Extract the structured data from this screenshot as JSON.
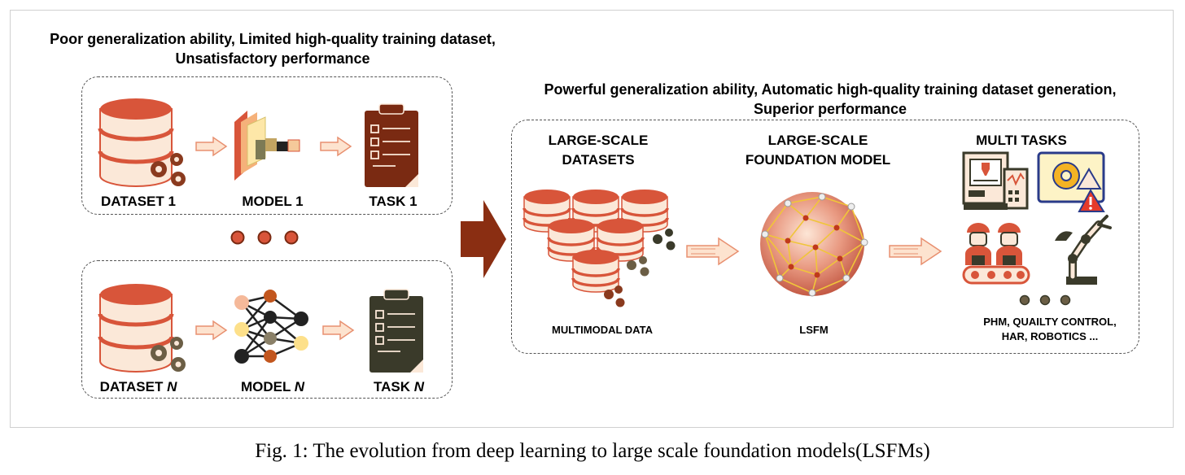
{
  "left_top": {
    "heading_line1": "Poor generalization ability, Limited high-quality training dataset,",
    "heading_line2": "Unsatisfactory performance",
    "dataset_label": "DATASET 1",
    "model_label": "MODEL 1",
    "task_label": "TASK 1"
  },
  "left_bottom": {
    "dataset_prefix": "DATASET ",
    "model_prefix": "MODEL ",
    "task_prefix": "TASK ",
    "n": "N"
  },
  "right": {
    "heading_line1": "Powerful generalization ability, Automatic high-quality training dataset generation,",
    "heading_line2": "Superior performance",
    "datasets_title_line1": "LARGE-SCALE",
    "datasets_title_line2": "DATASETS",
    "model_title_line1": "LARGE-SCALE",
    "model_title_line2": "FOUNDATION MODEL",
    "tasks_title": "MULTI TASKS",
    "datasets_caption": "MULTIMODAL DATA",
    "model_caption": "LSFM",
    "tasks_caption_line1": "PHM, QUAILTY CONTROL,",
    "tasks_caption_line2": "HAR, ROBOTICS ..."
  },
  "caption": "Fig. 1: The evolution from deep learning to large scale foundation models(LSFMs)",
  "colors": {
    "accent_red": "#d8553a",
    "dark_brown": "#7a2a12",
    "cream": "#fbe8d8",
    "gear_brown": "#6b5e45",
    "task_dark": "#3a3a2a",
    "arrow_fill": "#fde3cf",
    "arrow_stroke": "#e89070"
  }
}
